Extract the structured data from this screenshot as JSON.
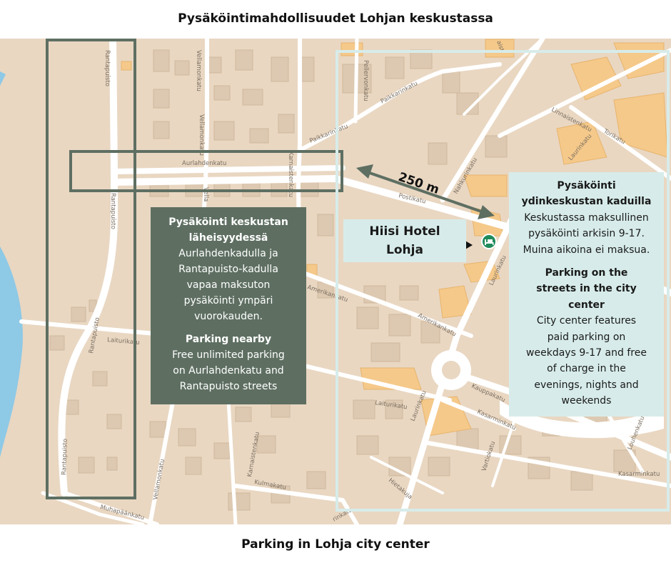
{
  "title_top": "Pysäköintimahdollisuudet Lohjan keskustassa",
  "title_bottom": "Parking in Lohja city center",
  "distance_label": "250 m",
  "hotel_label_line1": "Hiisi Hotel",
  "hotel_label_line2": "Lohja",
  "hotel_icon": "hotel-bed-icon",
  "colors": {
    "map_background": "#e9d7c2",
    "road": "#ffffff",
    "water": "#8ec9e6",
    "building_highlight": "#f5c98a",
    "nearby_box": "#5e6f62",
    "center_box": "#d7ecea",
    "hotel_marker": "#1f8a5a"
  },
  "nearby_box": {
    "fi_title_line1": "Pysäköinti keskustan",
    "fi_title_line2": "läheisyydessä",
    "fi_body_line1": "Aurlahdenkadulla ja",
    "fi_body_line2": "Rantapuisto-kadulla",
    "fi_body_line3": "vapaa maksuton",
    "fi_body_line4": "pysäköinti ympäri",
    "fi_body_line5": "vuorokauden.",
    "en_title": "Parking nearby",
    "en_body_line1": "Free unlimited parking",
    "en_body_line2": "on Aurlahdenkatu and",
    "en_body_line3": "Rantapuisto streets"
  },
  "center_box": {
    "fi_title_line1": "Pysäköinti",
    "fi_title_line2": "ydinkeskustan kaduilla",
    "fi_body_line1": "Keskustassa maksullinen",
    "fi_body_line2": "pysäköinti arkisin 9-17.",
    "fi_body_line3": "Muina aikoina ei maksua.",
    "en_title_line1": "Parking on the",
    "en_title_line2": "streets in the city",
    "en_title_line3": "center",
    "en_body_line1": "City center features",
    "en_body_line2": "paid parking on",
    "en_body_line3": "weekdays 9-17 and free",
    "en_body_line4": "of charge in the",
    "en_body_line5": "evenings, nights and",
    "en_body_line6": "weekends"
  },
  "streets": {
    "rantapuisto": "Rantapuisto",
    "rantapuisto_top": "Rantapuisto",
    "aurlahdenkatu": "Aurlahdenkatu",
    "vellamonkatu_top": "Vellamonkatu",
    "vellamonkatu_mid": "Vellamonkatu",
    "vellamonkatu_bottom": "Vellamonkatu",
    "vellamonkatu_short": "Vella",
    "pellervonkatu": "Pellervonkatu",
    "paikkarinkatu_1": "Paikkarinkatu",
    "paikkarinkatu_2": "Paikkarinkatu",
    "karnaistenkatu": "Karnaistenkatu",
    "karnaistenkatu_2": "Karnaistenkatu",
    "postikatu": "Postikatu",
    "nahkurinkatu": "Nahkurinkatu",
    "linnaistenkatu": "Linnaistenkatu",
    "torikatu": "Torikatu",
    "laurinkatu_1": "Laurinkatu",
    "laurinkatu_2": "Laurinkatu",
    "laurinkatu_3": "Laurinkatu",
    "amerikankatu_1": "Amerikankatu",
    "amerikankatu_2": "Amerikankatu",
    "laiturikatu_1": "Laiturikatu",
    "laiturikatu_2": "Laiturikatu",
    "kauppakatu": "Kauppakatu",
    "kasarminkatu_1": "Kasarminkatu",
    "kasarminkatu_2": "Kasarminkatu",
    "kulmakatu": "Kulmakatu",
    "vartiokatu": "Vartiokatu",
    "hietakuja": "Hietakuja",
    "louhenkatu": "Louhenkatu",
    "muhapaankatu": "Muhapäänkatu",
    "rinkatu": "rinkatu",
    "top_partial": "aist"
  }
}
